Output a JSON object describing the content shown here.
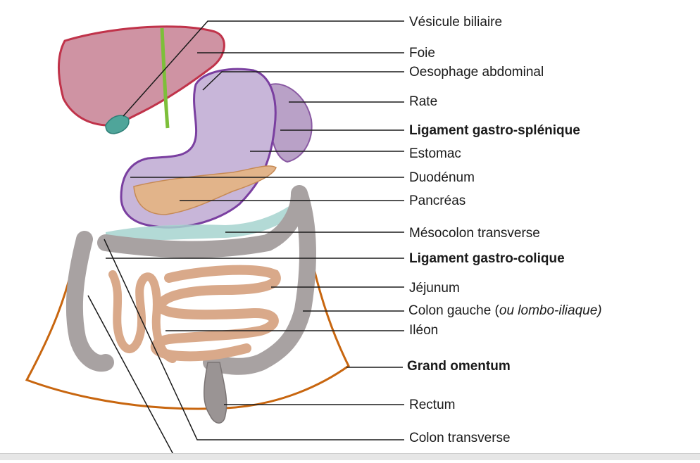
{
  "labels": {
    "vesicule": "Vésicule biliaire",
    "foie": "Foie",
    "oesophage": "Oesophage abdominal",
    "rate": "Rate",
    "lig_gastro_splenique": "Ligament gastro-splénique",
    "estomac": "Estomac",
    "duodenum": "Duodénum",
    "pancreas": "Pancréas",
    "mesocolon": "Mésocolon transverse",
    "lig_gastro_colique": "Ligament gastro-colique",
    "jejunum": "Jéjunum",
    "colon_gauche": "Colon gauche (",
    "colon_gauche_italic": "ou lombo-iliaque)",
    "ileon": "Iléon",
    "grand_omentum": "Grand omentum",
    "rectum": "Rectum",
    "colon_transverse": "Colon transverse"
  },
  "colors": {
    "liver": "#c98a9a",
    "liver_outline": "#c0334a",
    "stomach": "#c8b4d8",
    "stomach_outline": "#7a3fa0",
    "spleen": "#b9a1c7",
    "pancreas": "#e2b48a",
    "colon": "#a8a2a2",
    "intestine": "#d9a98a",
    "omentum_line": "#c8660f",
    "gallbladder": "#4fa59a",
    "bile_duct": "#7dbf3a",
    "mesocolon": "#a6d4cf"
  }
}
